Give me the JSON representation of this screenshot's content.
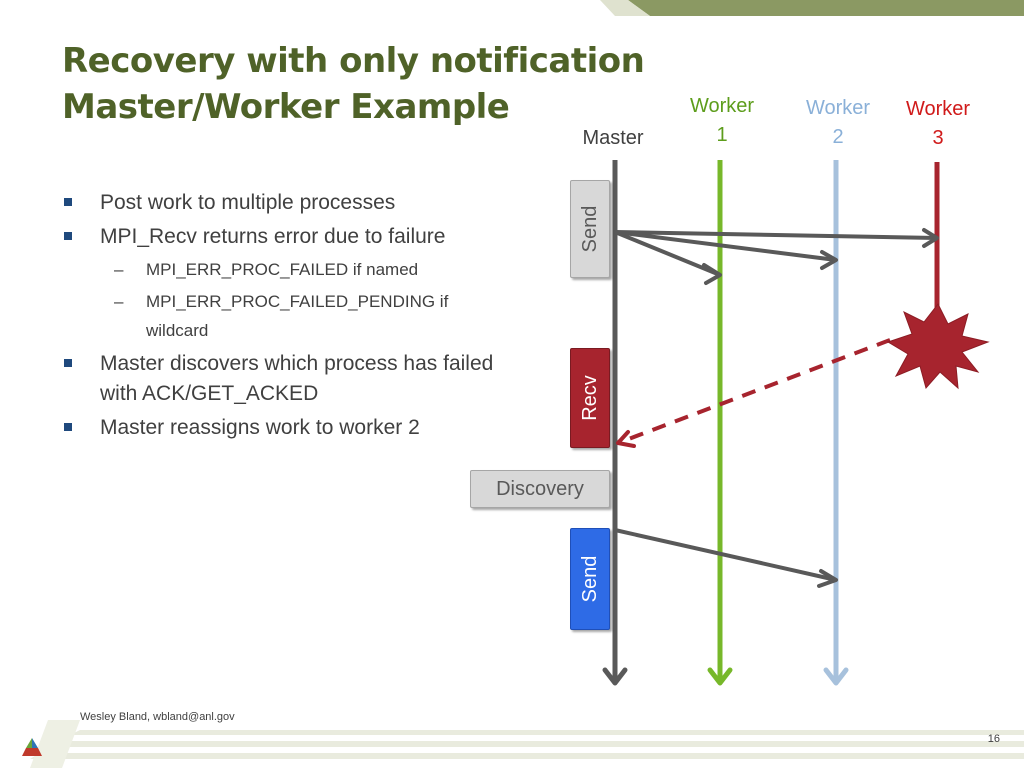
{
  "title": {
    "line1": "Recovery with only notification",
    "line2": "Master/Worker Example"
  },
  "bullets": {
    "b1": "Post work to multiple processes",
    "b2": "MPI_Recv returns error due to failure",
    "b2_sub1": "MPI_ERR_PROC_FAILED if named",
    "b2_sub2": "MPI_ERR_PROC_FAILED_PENDING if wildcard",
    "b3": "Master discovers which process has failed with ACK/GET_ACKED",
    "b4": "Master reassigns work to worker 2"
  },
  "diagram": {
    "master_label": "Master",
    "worker1_label_a": "Worker",
    "worker1_label_b": "1",
    "worker2_label_a": "Worker",
    "worker2_label_b": "2",
    "worker3_label_a": "Worker",
    "worker3_label_b": "3",
    "send_box_1": "Send",
    "recv_box": "Recv",
    "discovery_box": "Discovery",
    "send_box_2": "Send",
    "colors": {
      "master": "#595959",
      "worker1": "#77b82a",
      "worker2": "#a7c1dc",
      "worker3": "#a7242e",
      "send_box_1": "#d8d8d8",
      "recv_box": "#a7242e",
      "discovery_box": "#d8d8d8",
      "send_box_2": "#2e6be6",
      "failure_burst": "#a7242e"
    }
  },
  "footer": {
    "author": "Wesley Bland, wbland@anl.gov",
    "page_number": "16"
  }
}
